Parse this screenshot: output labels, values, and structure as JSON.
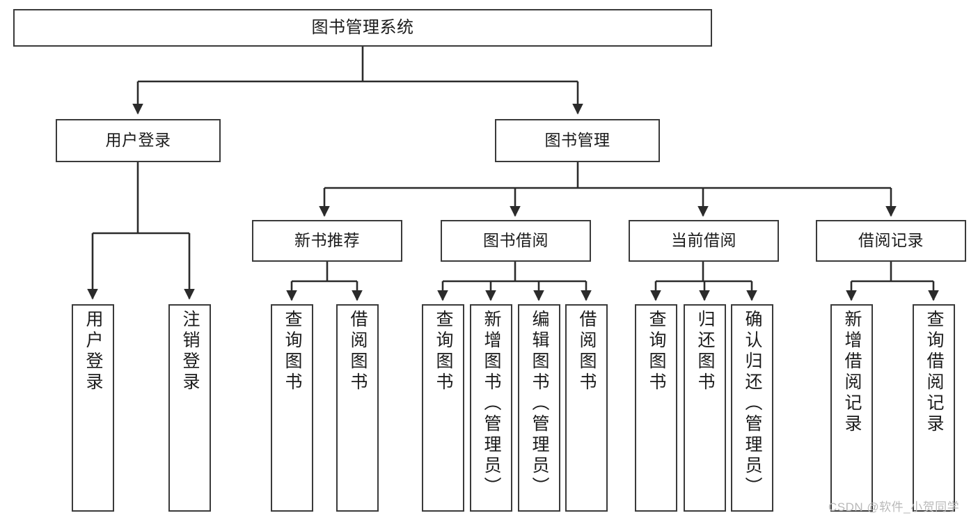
{
  "diagram": {
    "type": "tree-hierarchy-chart",
    "title": "图书管理系统",
    "colors": {
      "box_border": "#3a3a3a",
      "box_fill": "#ffffff",
      "connector": "#2b2b2b",
      "text": "#1b1b1b",
      "watermark": "#b9b9b9",
      "background": "#ffffff"
    },
    "root": {
      "label": "图书管理系统"
    },
    "level2": [
      {
        "label": "用户登录"
      },
      {
        "label": "图书管理"
      }
    ],
    "level3": [
      {
        "label": "新书推荐"
      },
      {
        "label": "图书借阅"
      },
      {
        "label": "当前借阅"
      },
      {
        "label": "借阅记录"
      }
    ],
    "leaves": {
      "user_login": [
        {
          "label": "用户登录"
        },
        {
          "label": "注销登录"
        }
      ],
      "new_book_recommend": [
        {
          "label": "查询图书"
        },
        {
          "label": "借阅图书"
        }
      ],
      "book_borrow": [
        {
          "label": "查询图书"
        },
        {
          "label": "新增图书（管理员）"
        },
        {
          "label": "编辑图书（管理员）"
        },
        {
          "label": "借阅图书"
        }
      ],
      "current_borrow": [
        {
          "label": "查询图书"
        },
        {
          "label": "归还图书"
        },
        {
          "label": "确认归还（管理员）"
        }
      ],
      "borrow_record": [
        {
          "label": "新增借阅记录"
        },
        {
          "label": "查询借阅记录"
        }
      ]
    },
    "watermark": "CSDN @软件_小贺同学"
  }
}
